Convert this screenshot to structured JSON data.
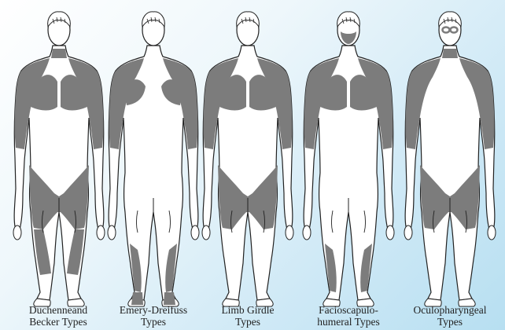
{
  "colors": {
    "affected": "#7c7c7c",
    "outline": "#222222",
    "skin": "#ffffff"
  },
  "figures": [
    {
      "key": "duchenne",
      "caption": [
        "Duchenneand",
        "Becker Types"
      ],
      "affected": [
        "neck",
        "shoulders",
        "chest",
        "upper_arms",
        "pelvis",
        "thighs",
        "calves"
      ],
      "feet_marks": false,
      "face_marks": null
    },
    {
      "key": "emery",
      "caption": [
        "Emery-Dreifuss",
        "Types"
      ],
      "affected": [
        "shoulders",
        "upper_arms",
        "chest_partial",
        "lower_legs"
      ],
      "feet_marks": true,
      "face_marks": null
    },
    {
      "key": "limb_girdle",
      "caption": [
        "Limb Girdle",
        "Types"
      ],
      "affected": [
        "shoulders",
        "chest",
        "upper_arms",
        "pelvis",
        "thighs"
      ],
      "feet_marks": false,
      "face_marks": null
    },
    {
      "key": "facioscapulohumeral",
      "caption": [
        "Facioscapulo-",
        "humeral Types"
      ],
      "affected": [
        "face",
        "shoulders",
        "chest",
        "upper_arms",
        "lower_legs"
      ],
      "feet_marks": false,
      "face_marks": "lower_face"
    },
    {
      "key": "oculopharyngeal",
      "caption": [
        "Oculopharyngeal",
        "Types"
      ],
      "affected": [
        "eyes",
        "neck",
        "shoulders",
        "upper_arms",
        "pelvis",
        "thighs"
      ],
      "feet_marks": false,
      "face_marks": "eyes"
    }
  ]
}
